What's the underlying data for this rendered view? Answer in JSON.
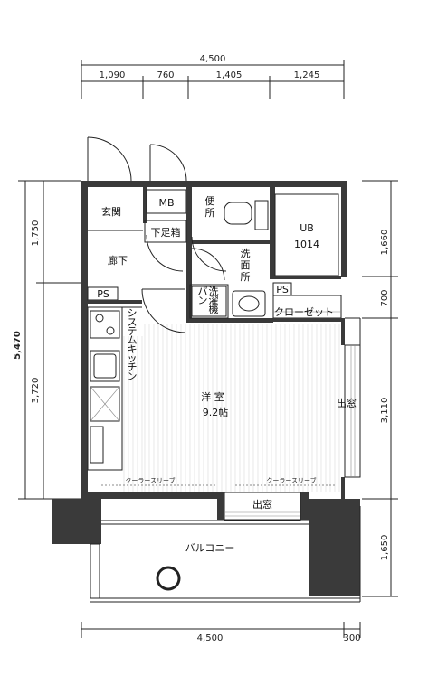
{
  "dimensions": {
    "top_total": "4,500",
    "top_segments": [
      "1,090",
      "760",
      "1,405",
      "1,245"
    ],
    "bottom_total": "4,500",
    "bottom_extra": "300",
    "left_total": "5,470",
    "left_upper": "1,750",
    "left_lower": "3,720",
    "right_segments": [
      "1,660",
      "700",
      "3,110",
      "1,650"
    ]
  },
  "rooms": {
    "entrance": "玄関",
    "mb": "MB",
    "shoe_box": "下足箱",
    "toilet": "便所",
    "washroom": "洗面所",
    "unit_bath": "UB",
    "unit_bath_size": "1014",
    "hallway": "廊下",
    "ps_left": "PS",
    "ps_right": "PS",
    "washing_pan": "洗濯機パン",
    "closet": "クローゼット",
    "kitchen": "システムキッチン",
    "western_room": "洋 室",
    "western_room_size": "9.2帖",
    "bay_window_right": "出窓",
    "bay_window_bottom": "出窓",
    "cooler_sleeve_left": "クーラースリーブ",
    "cooler_sleeve_right": "クーラースリーブ",
    "balcony": "バルコニー"
  },
  "colors": {
    "wall": "#3a3a3a",
    "line": "#222222",
    "floor_hatch": "#d8d8d8"
  }
}
